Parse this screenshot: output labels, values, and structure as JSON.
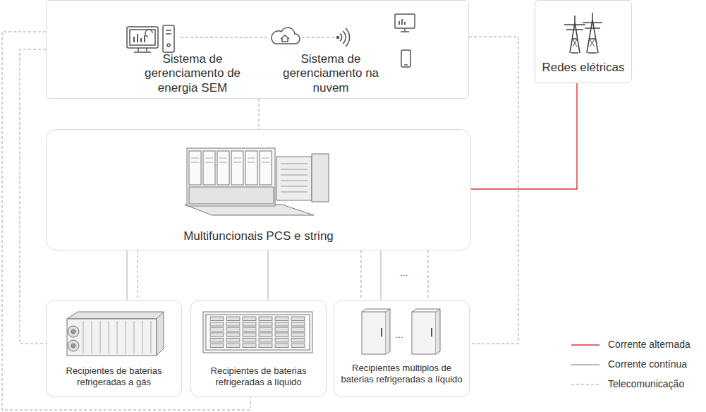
{
  "diagram": {
    "nodes": [
      {
        "text": [
          "Sistema de gerenciamento de energia SEM",
          "Sistema de gerenciamento na nuvem"
        ]
      },
      {
        "text": [
          "Redes elétricas"
        ]
      },
      {
        "text": [
          "Multifuncionais PCS e string"
        ]
      },
      {
        "text": [
          "Recipientes de baterias refrigeradas a gás"
        ]
      },
      {
        "text": [
          "Recipientes de baterias refrigeradas a líquido"
        ]
      },
      {
        "text": [
          "Recipientes múltiplos de baterias refrigeradas a líquido"
        ]
      }
    ],
    "edges": [
      {
        "from": 2,
        "to": 1,
        "arrow": "none"
      },
      {
        "from": 0,
        "to": 2,
        "arrow": "none"
      },
      {
        "from": 2,
        "to": 3,
        "arrow": "none"
      },
      {
        "from": 2,
        "to": 4,
        "arrow": "none"
      },
      {
        "from": 2,
        "to": 5,
        "arrow": "none"
      },
      {
        "from": 0,
        "to": 3,
        "arrow": "none"
      },
      {
        "from": 0,
        "to": 4,
        "arrow": "none"
      },
      {
        "from": 0,
        "to": 5,
        "arrow": "none"
      }
    ],
    "labels": [
      "...",
      "..."
    ],
    "legend": [
      {
        "text": "Corrente alternada"
      },
      {
        "text": "Corrente contínua"
      },
      {
        "text": "Telecomunicação"
      }
    ]
  }
}
